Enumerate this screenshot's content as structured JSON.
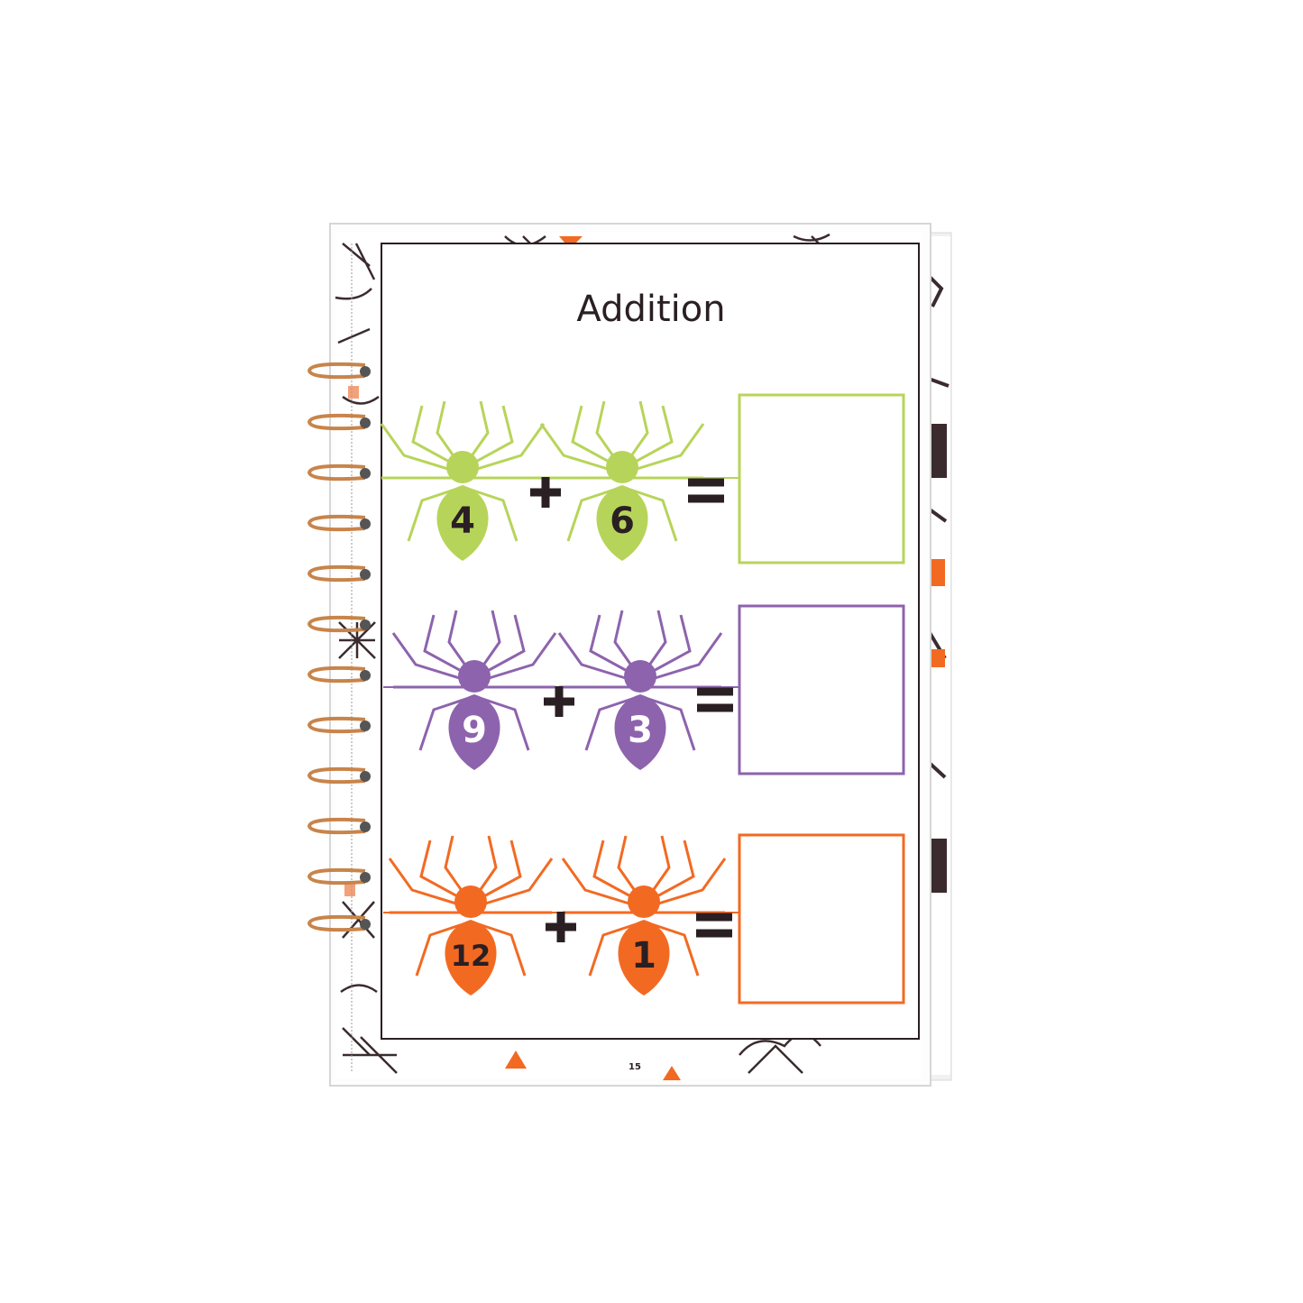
{
  "worksheet": {
    "title": "Addition",
    "page_number": "15",
    "problems": [
      {
        "a": "4",
        "b": "6",
        "color": "#b7d45a"
      },
      {
        "a": "9",
        "b": "3",
        "color": "#8d63ad"
      },
      {
        "a": "12",
        "b": "1",
        "color": "#f26a22"
      }
    ]
  },
  "colors": {
    "ink": "#2a1f22",
    "spiral": "#c8844a"
  }
}
